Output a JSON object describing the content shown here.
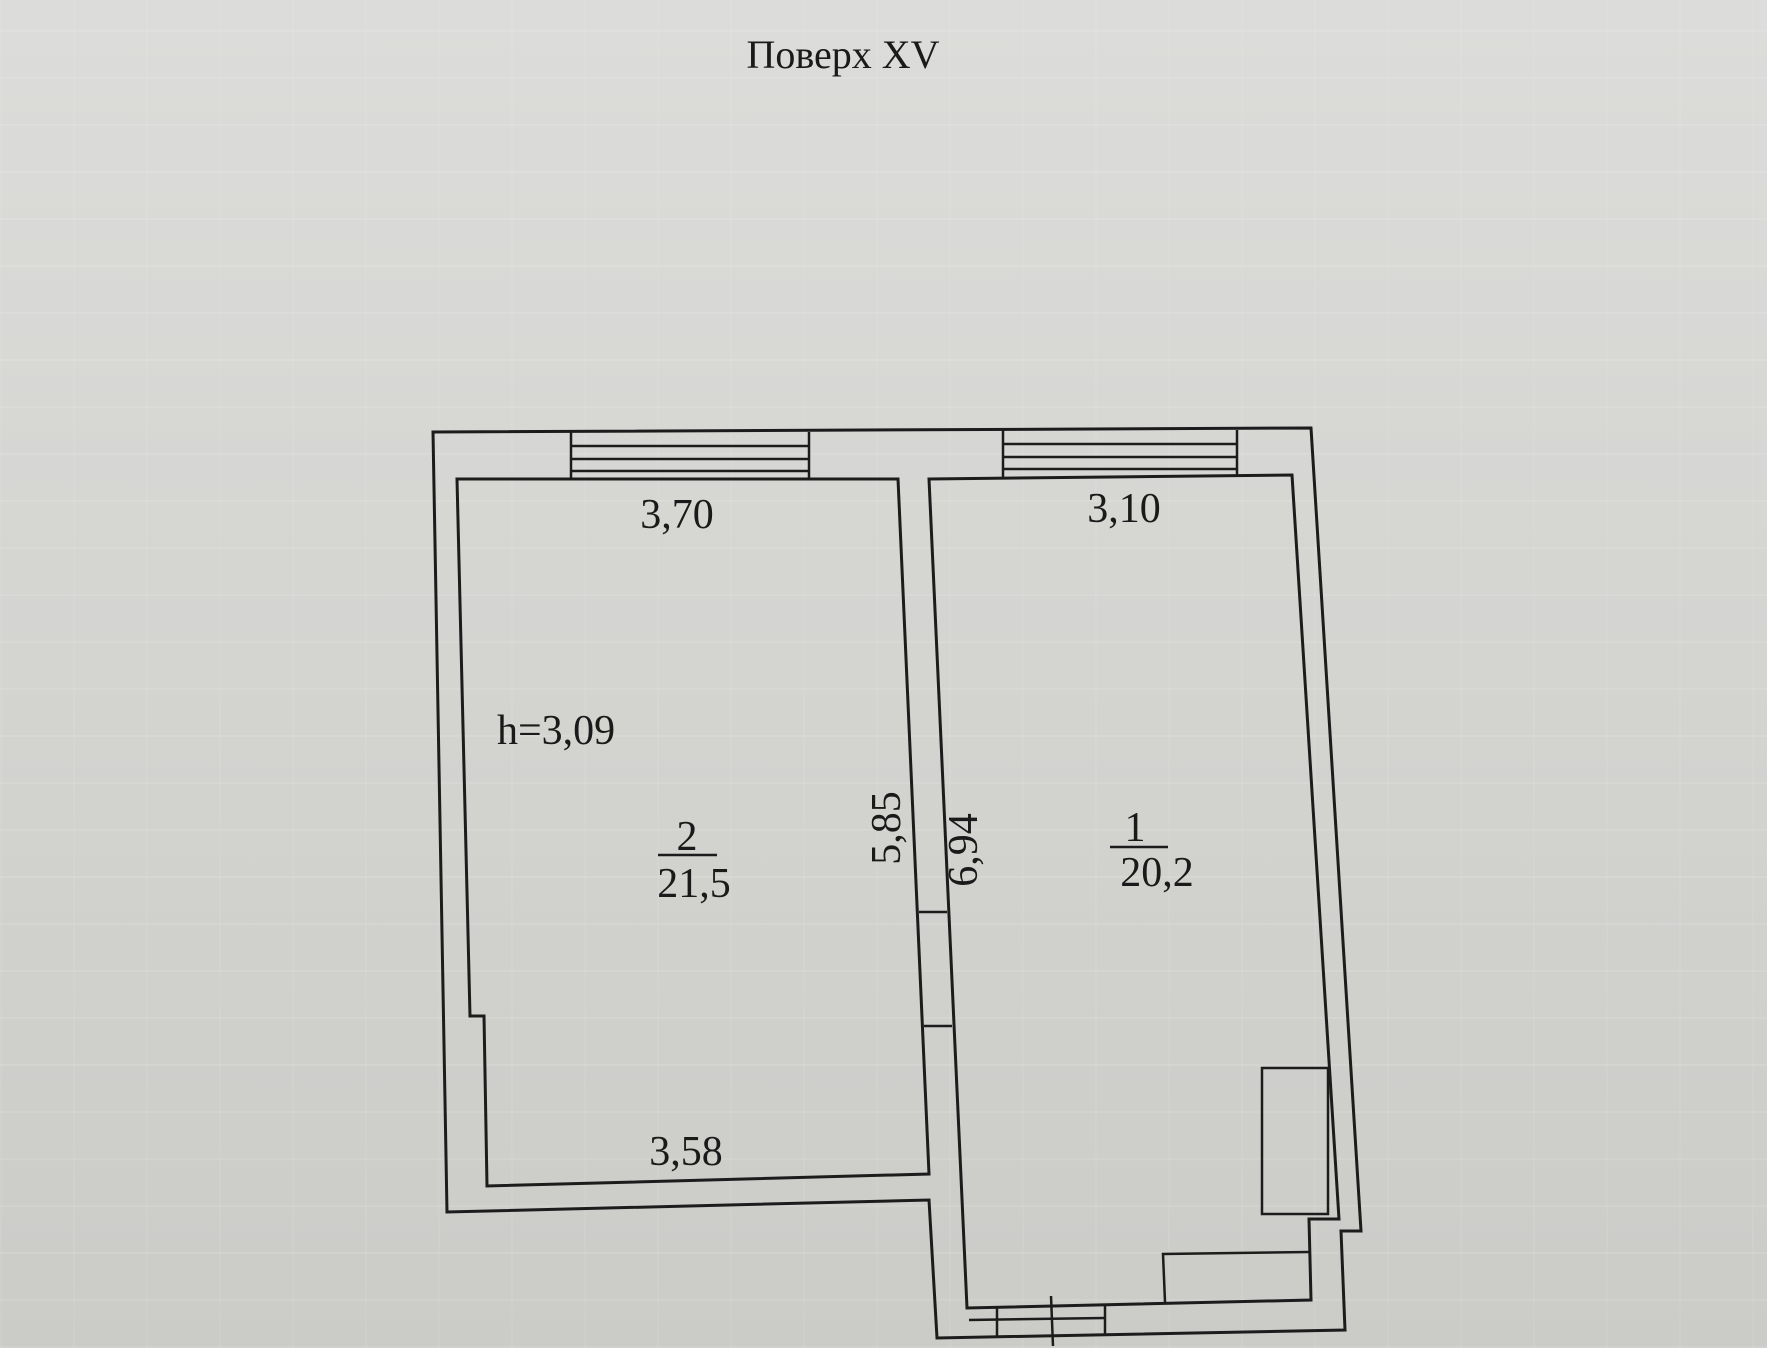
{
  "floor_title": "Поверх XV",
  "ceiling_height": "h=3,09",
  "rooms": [
    {
      "number": "2",
      "area": "21,5",
      "dim_top": "3,70",
      "dim_bottom": "3,58",
      "dim_side": "5,85"
    },
    {
      "number": "1",
      "area": "20,2",
      "dim_top": "3,10",
      "dim_side": "6,94"
    }
  ]
}
